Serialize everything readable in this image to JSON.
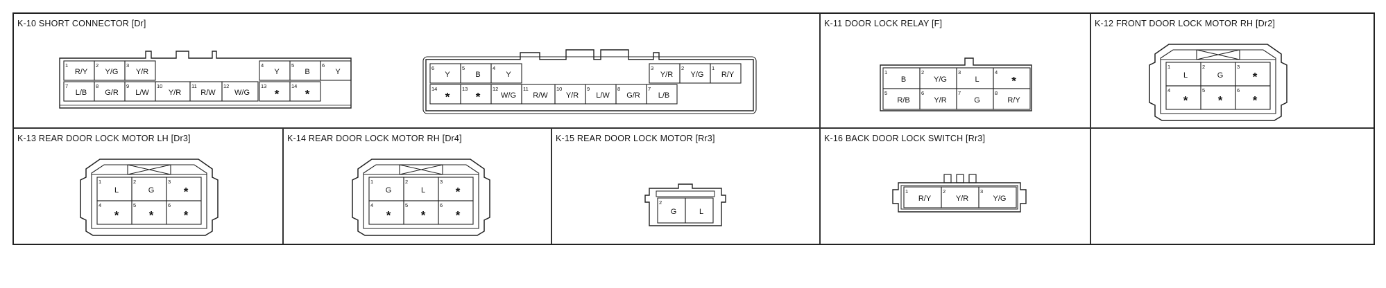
{
  "panels": [
    {
      "id": "k10",
      "title": "K-10 SHORT CONNECTOR [Dr]",
      "connectors": [
        {
          "type": "short-left",
          "rows": [
            [
              {
                "n": "1",
                "w": "R/Y"
              },
              {
                "n": "2",
                "w": "Y/G"
              },
              {
                "n": "3",
                "w": "Y/R"
              },
              {
                "n": "4",
                "w": "Y"
              },
              {
                "n": "5",
                "w": "B"
              },
              {
                "n": "6",
                "w": "Y"
              }
            ],
            [
              {
                "n": "7",
                "w": "L/B"
              },
              {
                "n": "8",
                "w": "G/R"
              },
              {
                "n": "9",
                "w": "L/W"
              },
              {
                "n": "10",
                "w": "Y/R"
              },
              {
                "n": "11",
                "w": "R/W"
              },
              {
                "n": "12",
                "w": "W/G"
              },
              {
                "n": "13",
                "w": "*"
              },
              {
                "n": "14",
                "w": "*"
              }
            ]
          ]
        },
        {
          "type": "short-right",
          "rows": [
            [
              {
                "n": "6",
                "w": "Y"
              },
              {
                "n": "5",
                "w": "B"
              },
              {
                "n": "4",
                "w": "Y"
              },
              {
                "n": "3",
                "w": "Y/R"
              },
              {
                "n": "2",
                "w": "Y/G"
              },
              {
                "n": "1",
                "w": "R/Y"
              }
            ],
            [
              {
                "n": "14",
                "w": "*"
              },
              {
                "n": "13",
                "w": "*"
              },
              {
                "n": "12",
                "w": "W/G"
              },
              {
                "n": "11",
                "w": "R/W"
              },
              {
                "n": "10",
                "w": "Y/R"
              },
              {
                "n": "9",
                "w": "L/W"
              },
              {
                "n": "8",
                "w": "G/R"
              },
              {
                "n": "7",
                "w": "L/B"
              }
            ]
          ]
        }
      ]
    },
    {
      "id": "k11",
      "title": "K-11 DOOR LOCK RELAY [F]",
      "connectors": [
        {
          "type": "relay",
          "rows": [
            [
              {
                "n": "1",
                "w": "B"
              },
              {
                "n": "2",
                "w": "Y/G"
              },
              {
                "n": "3",
                "w": "L"
              },
              {
                "n": "4",
                "w": "*"
              }
            ],
            [
              {
                "n": "5",
                "w": "R/B"
              },
              {
                "n": "6",
                "w": "Y/R"
              },
              {
                "n": "7",
                "w": "G"
              },
              {
                "n": "8",
                "w": "R/Y"
              }
            ]
          ]
        }
      ]
    },
    {
      "id": "k12",
      "title": "K-12 FRONT DOOR LOCK MOTOR RH [Dr2]",
      "connectors": [
        {
          "type": "motor",
          "rows": [
            [
              {
                "n": "1",
                "w": "L"
              },
              {
                "n": "2",
                "w": "G"
              },
              {
                "n": "3",
                "w": "*"
              }
            ],
            [
              {
                "n": "4",
                "w": "*"
              },
              {
                "n": "5",
                "w": "*"
              },
              {
                "n": "6",
                "w": "*"
              }
            ]
          ]
        }
      ]
    },
    {
      "id": "k13",
      "title": "K-13 REAR DOOR LOCK MOTOR LH [Dr3]",
      "connectors": [
        {
          "type": "motor",
          "rows": [
            [
              {
                "n": "1",
                "w": "L"
              },
              {
                "n": "2",
                "w": "G"
              },
              {
                "n": "3",
                "w": "*"
              }
            ],
            [
              {
                "n": "4",
                "w": "*"
              },
              {
                "n": "5",
                "w": "*"
              },
              {
                "n": "6",
                "w": "*"
              }
            ]
          ]
        }
      ]
    },
    {
      "id": "k14",
      "title": "K-14 REAR DOOR LOCK MOTOR RH [Dr4]",
      "connectors": [
        {
          "type": "motor",
          "rows": [
            [
              {
                "n": "1",
                "w": "G"
              },
              {
                "n": "2",
                "w": "L"
              },
              {
                "n": "3",
                "w": "*"
              }
            ],
            [
              {
                "n": "4",
                "w": "*"
              },
              {
                "n": "5",
                "w": "*"
              },
              {
                "n": "6",
                "w": "*"
              }
            ]
          ]
        }
      ]
    },
    {
      "id": "k15",
      "title": "K-15 REAR DOOR LOCK MOTOR [Rr3]",
      "connectors": [
        {
          "type": "two-pin",
          "rows": [
            [
              {
                "n": "2",
                "w": "G"
              },
              {
                "n": "",
                "w": "L"
              }
            ]
          ]
        }
      ]
    },
    {
      "id": "k16",
      "title": "K-16 BACK DOOR LOCK SWITCH [Rr3]",
      "connectors": [
        {
          "type": "switch",
          "rows": [
            [
              {
                "n": "1",
                "w": "R/Y"
              },
              {
                "n": "2",
                "w": "Y/R"
              },
              {
                "n": "3",
                "w": "Y/G"
              }
            ]
          ]
        }
      ]
    },
    {
      "id": "empty",
      "title": "",
      "connectors": []
    }
  ]
}
